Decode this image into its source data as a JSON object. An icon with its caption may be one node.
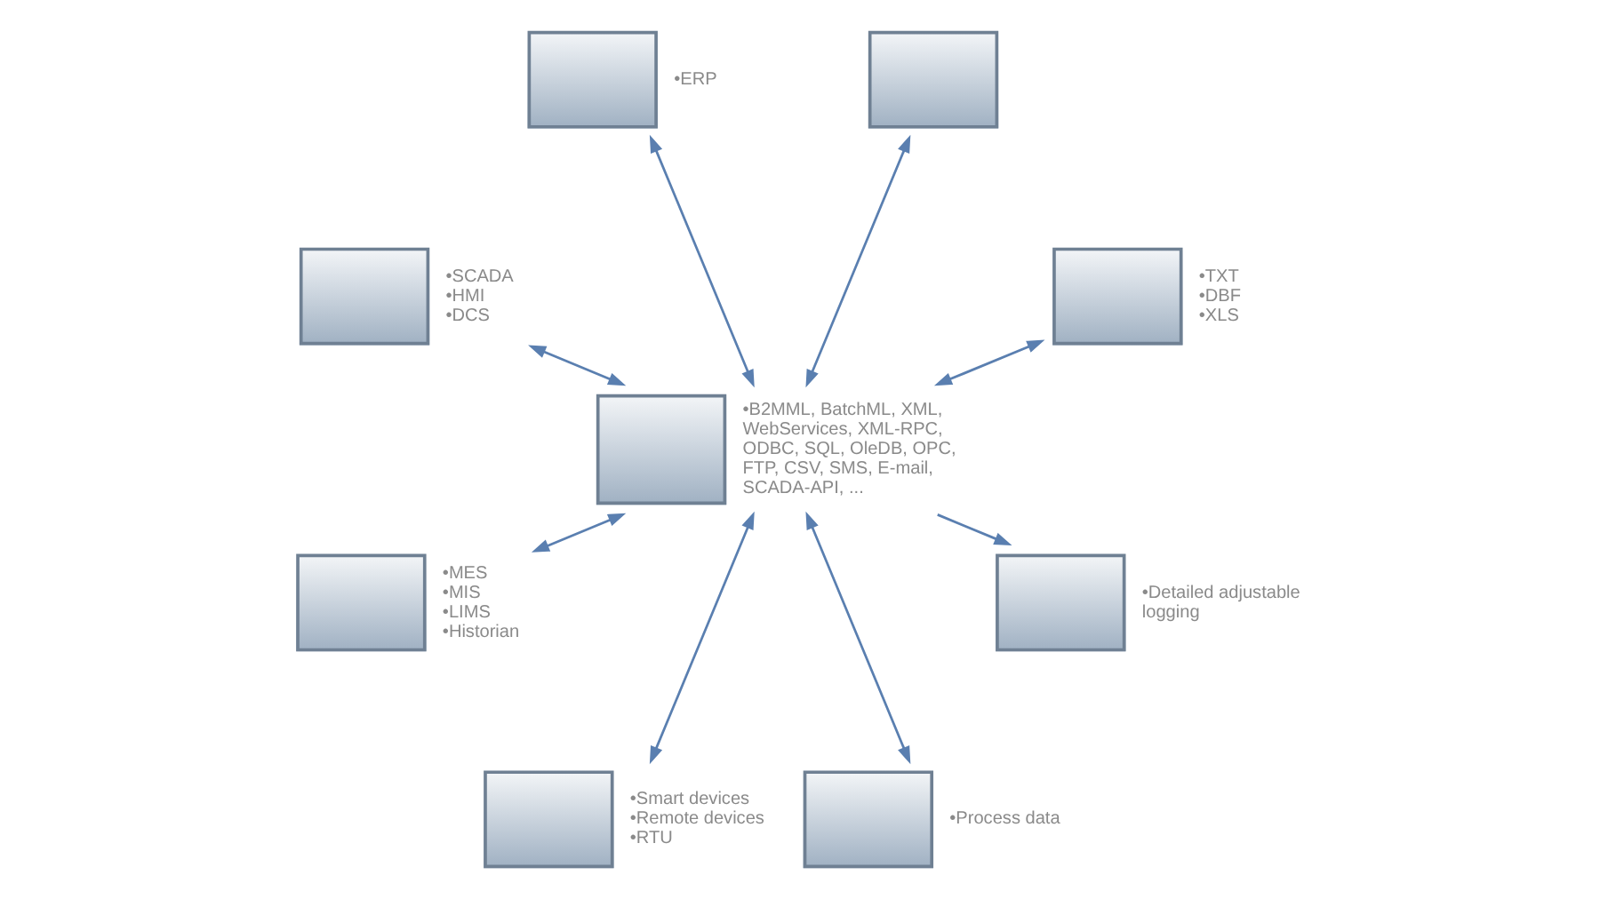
{
  "diagram": {
    "nodes": [
      {
        "text": [],
        "shape": "picture",
        "beside": [
          "•TXT",
          "•DBF",
          "•XLS"
        ]
      },
      {
        "text": [],
        "shape": "picture"
      },
      {
        "text": [],
        "shape": "picture",
        "beside": [
          "•ERP"
        ]
      },
      {
        "text": [],
        "shape": "picture",
        "beside": [
          "•SCADA",
          "•HMI",
          "•DCS"
        ]
      },
      {
        "text": [],
        "shape": "picture",
        "beside": [
          "•B2MML, BatchML, XML, WebServices, XML-RPC, ODBC, SQL, OleDB, OPC, FTP, CSV, SMS, E-mail, SCADA-API, ..."
        ]
      },
      {
        "text": [],
        "shape": "picture",
        "beside": [
          "•MES",
          "•MIS",
          "•LIMS",
          "•Historian"
        ]
      },
      {
        "text": [],
        "shape": "picture",
        "beside": [
          "•Smart devices",
          "•Remote devices",
          "•RTU"
        ]
      },
      {
        "text": [],
        "shape": "picture",
        "beside": [
          "•Process data"
        ]
      },
      {
        "text": [],
        "shape": "picture",
        "beside": [
          "•Detailed adjustable logging"
        ]
      }
    ],
    "edges": [
      {
        "from": 4,
        "to": 0,
        "arrow": "both"
      },
      {
        "from": 4,
        "to": 1,
        "arrow": "both"
      },
      {
        "from": 4,
        "to": 2,
        "arrow": "both"
      },
      {
        "from": 4,
        "to": 3,
        "arrow": "both"
      },
      {
        "from": 4,
        "to": 5,
        "arrow": "both"
      },
      {
        "from": 4,
        "to": 6,
        "arrow": "both"
      },
      {
        "from": 4,
        "to": 7,
        "arrow": "both"
      },
      {
        "from": 4,
        "to": 8,
        "arrow": "to"
      }
    ]
  }
}
